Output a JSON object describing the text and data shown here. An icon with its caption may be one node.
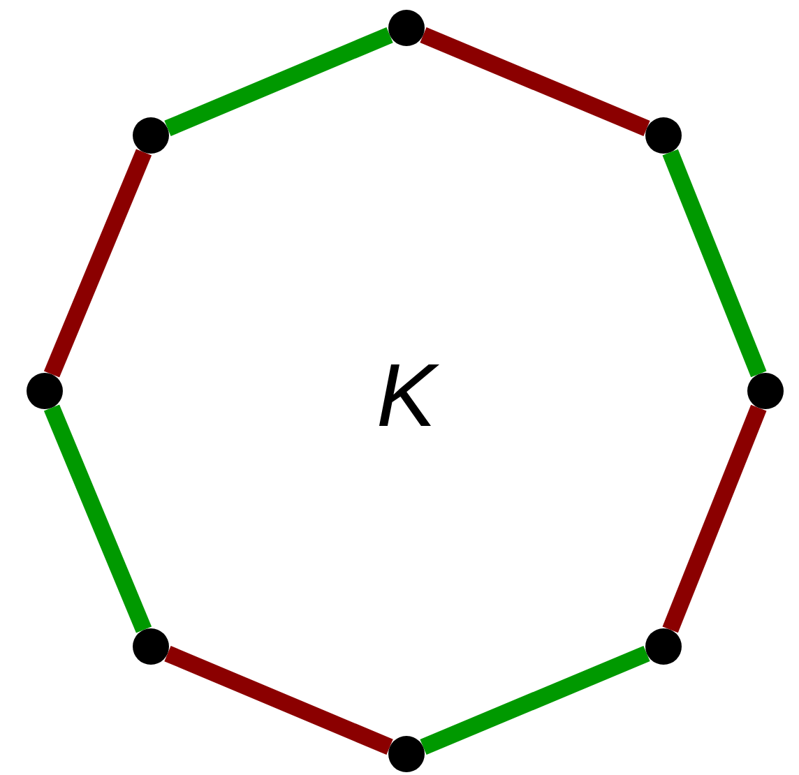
{
  "diagram": {
    "nodes": [
      {
        "text": [],
        "shape": "circle"
      },
      {
        "text": [],
        "shape": "circle"
      },
      {
        "text": [],
        "shape": "circle"
      },
      {
        "text": [],
        "shape": "circle"
      },
      {
        "text": [],
        "shape": "circle"
      },
      {
        "text": [],
        "shape": "circle"
      },
      {
        "text": [],
        "shape": "circle"
      },
      {
        "text": [],
        "shape": "circle"
      }
    ],
    "edges": [
      {
        "from": 0,
        "to": 2,
        "arrow": "none",
        "color": "#8b0000"
      },
      {
        "from": 2,
        "to": 4,
        "arrow": "none",
        "color": "#009900"
      },
      {
        "from": 4,
        "to": 6,
        "arrow": "none",
        "color": "#8b0000"
      },
      {
        "from": 6,
        "to": 7,
        "arrow": "none",
        "color": "#009900"
      },
      {
        "from": 7,
        "to": 5,
        "arrow": "none",
        "color": "#8b0000"
      },
      {
        "from": 5,
        "to": 3,
        "arrow": "none",
        "color": "#009900"
      },
      {
        "from": 3,
        "to": 1,
        "arrow": "none",
        "color": "#8b0000"
      },
      {
        "from": 1,
        "to": 0,
        "arrow": "none",
        "color": "#009900"
      }
    ],
    "labels": [
      "K"
    ]
  }
}
